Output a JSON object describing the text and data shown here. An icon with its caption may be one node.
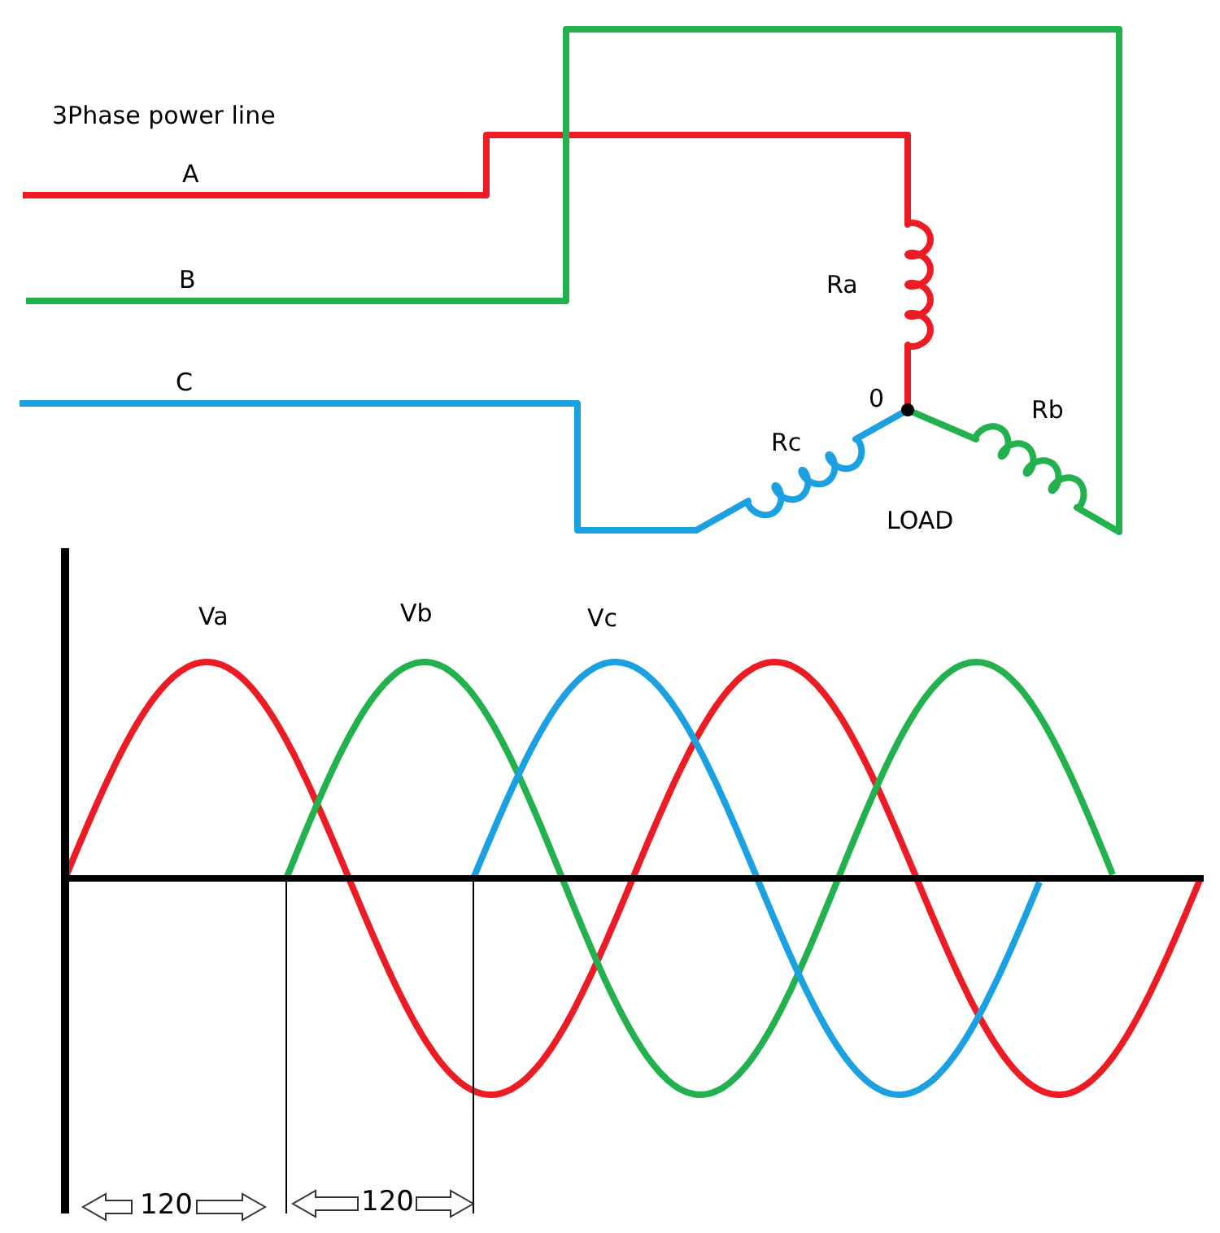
{
  "diagram": {
    "labels": [
      "3Phase power line",
      "A",
      "B",
      "C",
      "Ra",
      "0",
      "Rb",
      "Rc",
      "LOAD",
      "Va",
      "Vb",
      "Vc",
      "120",
      "120"
    ]
  }
}
